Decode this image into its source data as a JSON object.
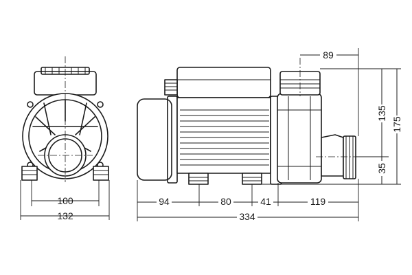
{
  "dimensions": {
    "front_body_width": "100",
    "front_total_width": "132",
    "motor_length": "94",
    "feet_spacing": "80",
    "feet_to_pump": "41",
    "pump_head_length": "119",
    "overall_length": "334",
    "outlet_offset": "89",
    "outlet_height": "135",
    "overall_height": "175",
    "inlet_height": "35"
  }
}
